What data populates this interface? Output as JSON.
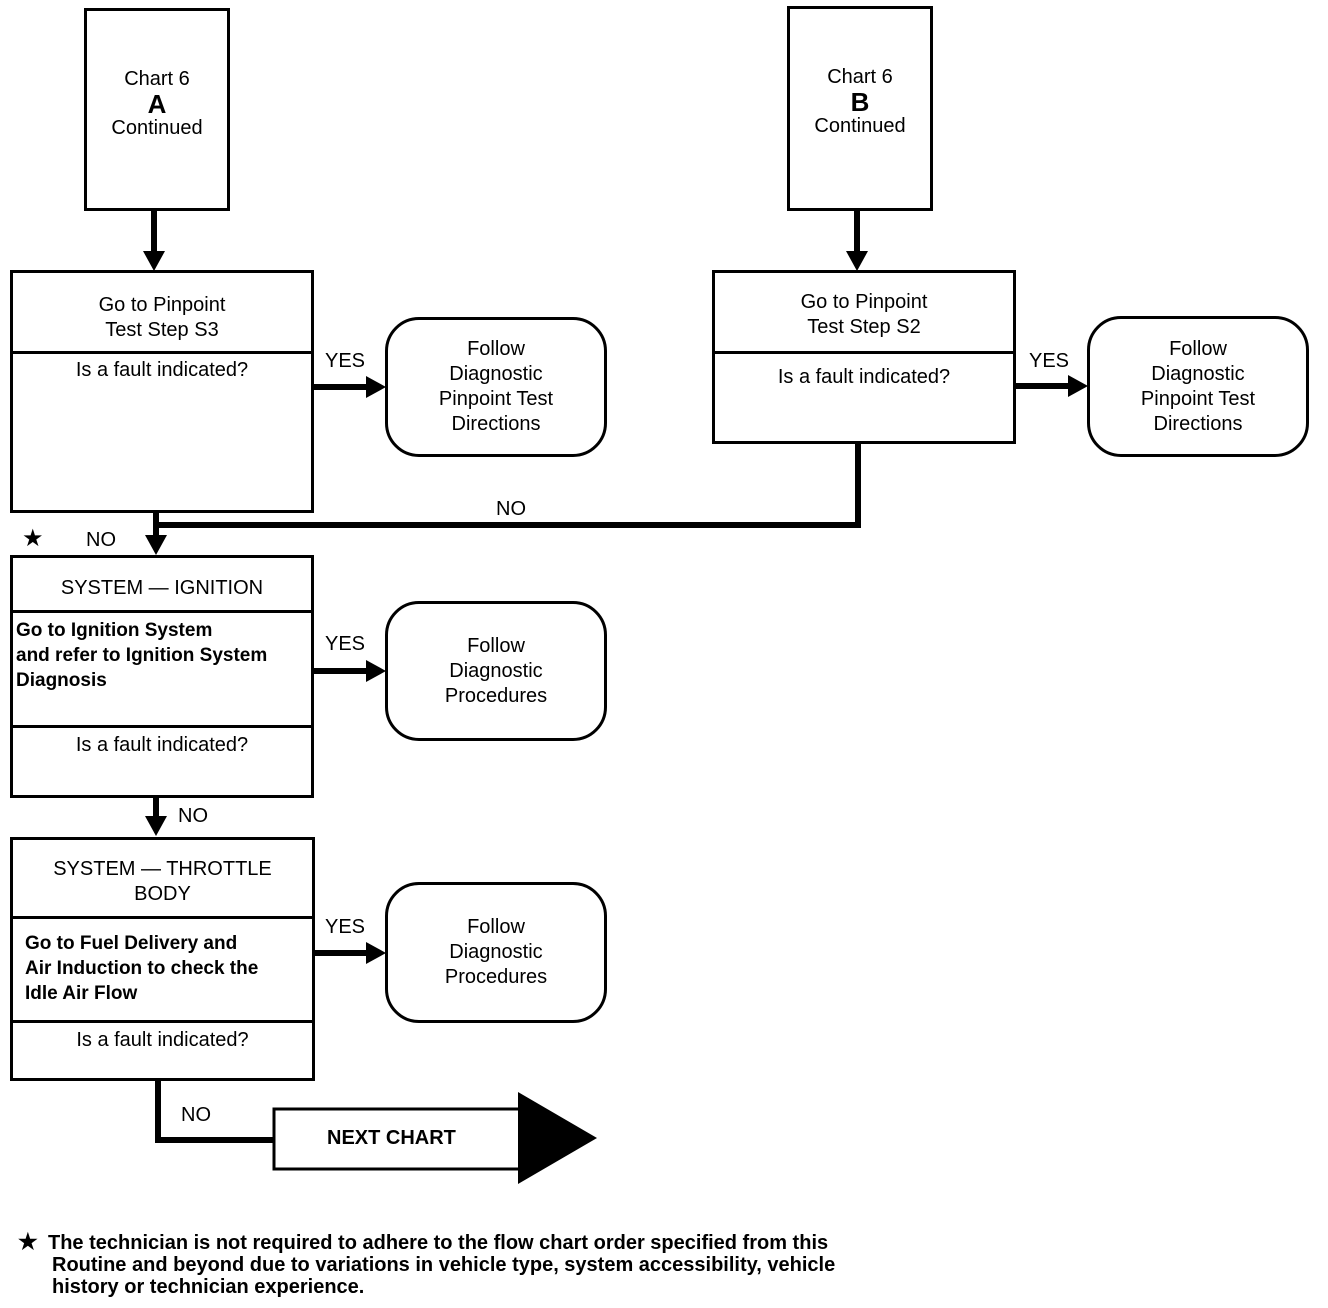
{
  "chart_a": {
    "line1": "Chart 6",
    "line2": "A",
    "line3": "Continued"
  },
  "chart_b": {
    "line1": "Chart 6",
    "line2": "B",
    "line3": "Continued"
  },
  "step_s3": {
    "line1": "Go to Pinpoint",
    "line2": "Test Step S3",
    "question": "Is a fault indicated?"
  },
  "step_s2": {
    "line1": "Go to Pinpoint",
    "line2": "Test Step S2",
    "question": "Is a fault indicated?"
  },
  "follow_a": {
    "line1": "Follow",
    "line2": "Diagnostic",
    "line3": "Pinpoint Test",
    "line4": "Directions"
  },
  "follow_b": {
    "line1": "Follow",
    "line2": "Diagnostic",
    "line3": "Pinpoint Test",
    "line4": "Directions"
  },
  "ignition": {
    "title": "SYSTEM — IGNITION",
    "line1": "Go to Ignition System",
    "line2": "and refer to Ignition System",
    "line3": "Diagnosis",
    "question": "Is a fault indicated?"
  },
  "follow_ignition": {
    "line1": "Follow",
    "line2": "Diagnostic",
    "line3": "Procedures"
  },
  "throttle": {
    "title1": "SYSTEM — THROTTLE",
    "title2": "BODY",
    "line1": "Go to Fuel Delivery and",
    "line2": "Air Induction to check the",
    "line3": "Idle Air Flow",
    "question": "Is a fault indicated?"
  },
  "follow_throttle": {
    "line1": "Follow",
    "line2": "Diagnostic",
    "line3": "Procedures"
  },
  "labels": {
    "yes": "YES",
    "no": "NO",
    "star": "★"
  },
  "next_chart": "NEXT CHART",
  "footnote": {
    "star": "★",
    "line1": "The technician is not required to adhere to the flow chart order specified from this",
    "line2": "Routine and beyond due to variations in vehicle type, system accessibility, vehicle",
    "line3": "history or technician experience."
  }
}
